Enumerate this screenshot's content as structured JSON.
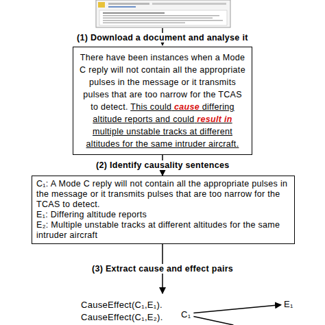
{
  "diagram": {
    "nodes": [
      {
        "text": [
          "There have been instances when a Mode C reply will not contain all the appropriate pulses in the message or it transmits pulses that are too narrow for the TCAS to detect.",
          "This could",
          "cause",
          "differing altitude reports and could",
          "result in",
          "multiple unstable tracks at different altitudes for the same intruder aircraft."
        ]
      },
      {
        "text": [
          "C₁: A Mode C reply will not contain all the appropriate pulses in the message or it transmits pulses that are too narrow for the TCAS to detect.",
          "E₁: Differing altitude reports",
          "E₂: Multiple unstable tracks at different altitudes for the same intruder aircraft"
        ]
      },
      {
        "text": [
          "C₁"
        ]
      },
      {
        "text": [
          "E₁"
        ]
      }
    ],
    "edges": [
      {
        "from": 0,
        "to": 1,
        "arrow": "to",
        "label": "(2) Identify causality sentences"
      },
      {
        "from": 2,
        "to": 3,
        "arrow": "to"
      }
    ],
    "labels": [
      "(1) Download a document and analyse it",
      "(3) Extract cause and effect pairs",
      "CauseEffect(C₁,E₁).",
      "CauseEffect(C₁,E₂)."
    ]
  }
}
